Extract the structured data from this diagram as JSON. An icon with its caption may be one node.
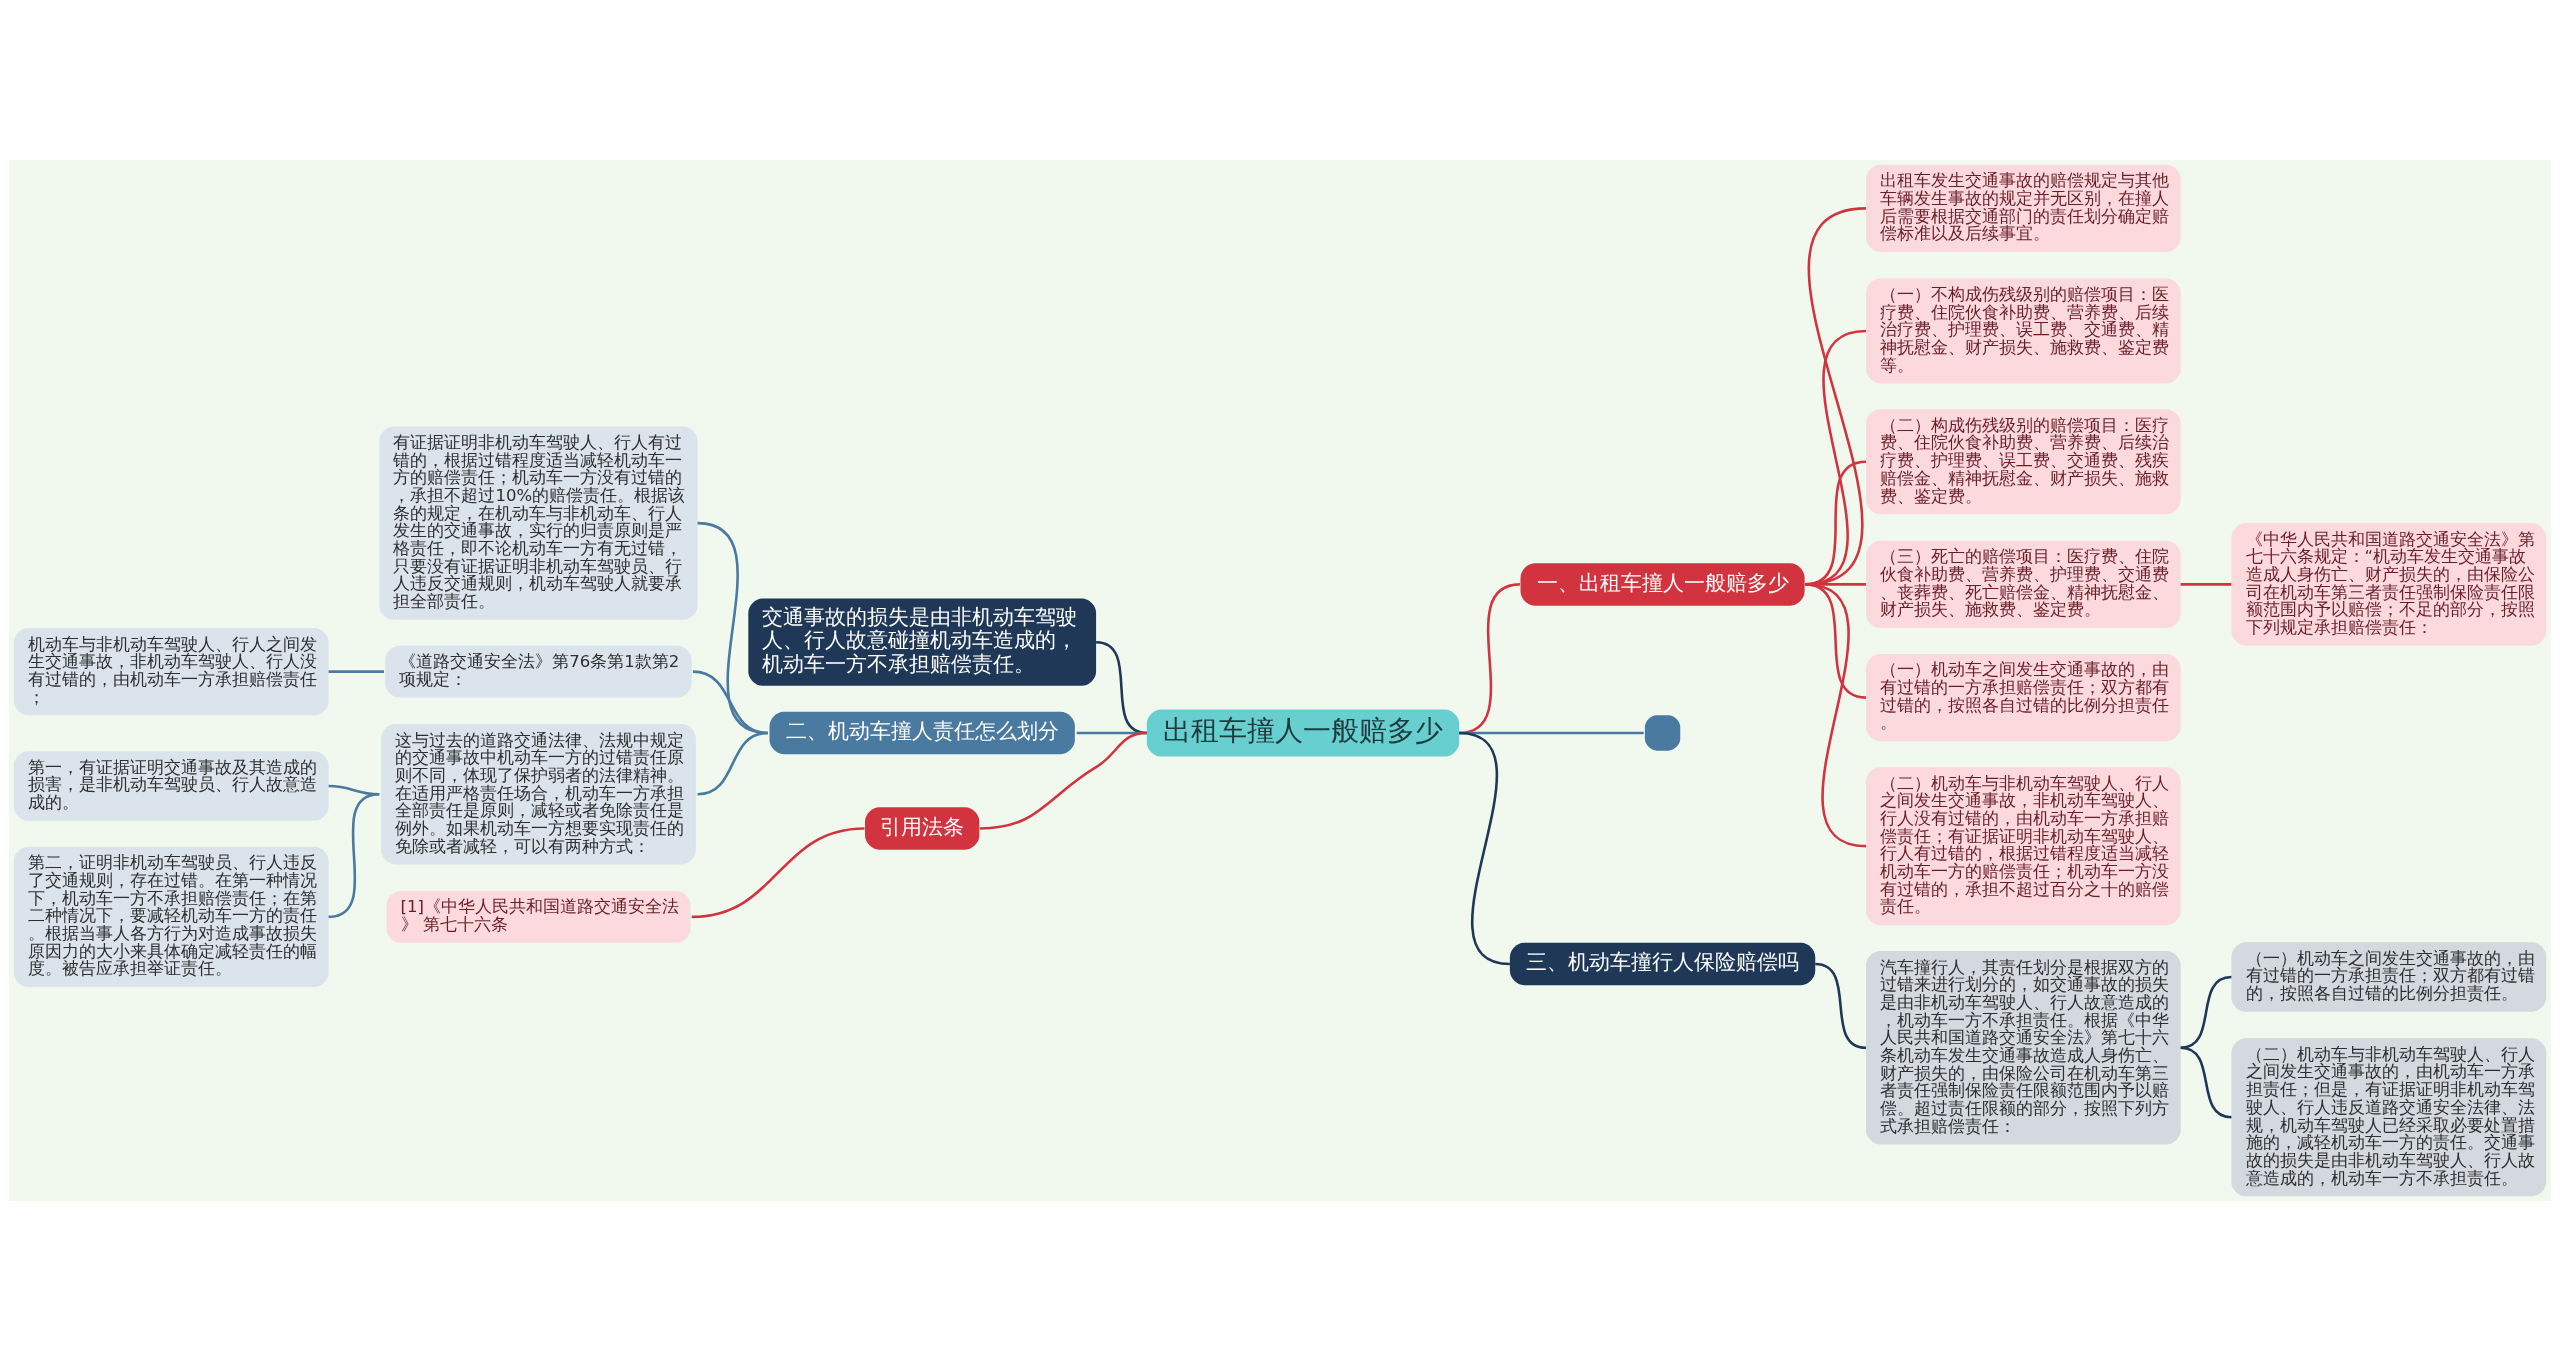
{
  "diagram": {
    "nodes": [
      {
        "text": [
          "出租车撞人一般赔多少"
        ]
      },
      {
        "text": [
          "一、出租车撞人一般赔多少"
        ]
      },
      {
        "text": [
          "出租车发生交通事故的赔偿规定与其他车辆发生事故的规定并无区别，在撞人后需要根据交通部门的责任划分确定赔偿标准以及后续事宜。"
        ]
      },
      {
        "text": [
          "（一）不构成伤残级别的赔偿项目：医疗费、住院伙食补助费、营养费、后续治疗费、护理费、误工费、交通费、精神抚慰金、财产损失、施救费、鉴定费等。"
        ]
      },
      {
        "text": [
          "（二）构成伤残级别的赔偿项目：医疗费、住院伙食补助费、营养费、后续治疗费、护理费、误工费、交通费、残疾赔偿金、精神抚慰金、财产损失、施救费、鉴定费。"
        ]
      },
      {
        "text": [
          "（三）死亡的赔偿项目：医疗费、住院伙食补助费、营养费、护理费、交通费、丧葬费、死亡赔偿金、精神抚慰金、财产损失、施救费、鉴定费。"
        ]
      },
      {
        "text": [
          "《中华人民共和国道路交通安全法》第七十六条规定：“机动车发生交通事故造成人身伤亡、财产损失的，由保险公司在机动车第三者责任强制保险责任限额范围内予以赔偿；不足的部分，按照下列规定承担赔偿责任："
        ]
      },
      {
        "text": [
          "（一）机动车之间发生交通事故的，由有过错的一方承担赔偿责任；双方都有过错的，按照各自过错的比例分担责任。"
        ]
      },
      {
        "text": [
          "（二）机动车与非机动车驾驶人、行人之间发生交通事故，非机动车驾驶人、行人没有过错的，由机动车一方承担赔偿责任；有证据证明非机动车驾驶人、行人有过错的，根据过错程度适当减轻机动车一方的赔偿责任；机动车一方没有过错的，承担不超过百分之十的赔偿责任。"
        ]
      },
      {
        "text": [],
        "shape": "box"
      },
      {
        "text": [
          "三、机动车撞行人保险赔偿吗"
        ]
      },
      {
        "text": [
          "汽车撞行人，其责任划分是根据双方的过错来进行划分的，如交通事故的损失是由非机动车驾驶人、行人故意造成的，机动车一方不承担责任。根据《中华人民共和国道路交通安全法》第七十六条机动车发生交通事故造成人身伤亡、财产损失的，由保险公司在机动车第三者责任强制保险责任限额范围内予以赔偿。超过责任限额的部分，按照下列方式承担赔偿责任："
        ]
      },
      {
        "text": [
          "（一）机动车之间发生交通事故的，由有过错的一方承担责任；双方都有过错的，按照各自过错的比例分担责任。"
        ]
      },
      {
        "text": [
          "（二）机动车与非机动车驾驶人、行人之间发生交通事故的，由机动车一方承担责任；但是，有证据证明非机动车驾驶人、行人违反道路交通安全法律、法规，机动车驾驶人已经采取必要处置措施的，减轻机动车一方的责任。交通事故的损失是由非机动车驾驶人、行人故意造成的，机动车一方不承担责任。"
        ]
      },
      {
        "text": [
          "交通事故的损失是由非机动车驾驶人、行人故意碰撞机动车造成的，机动车一方不承担赔偿责任。"
        ]
      },
      {
        "text": [
          "二、机动车撞人责任怎么划分"
        ]
      },
      {
        "text": [
          "有证据证明非机动车驾驶人、行人有过错的，根据过错程度适当减轻机动车一方的赔偿责任；机动车一方没有过错的，承担不超过10%的赔偿责任。根据该条的规定，在机动车与非机动车、行人发生的交通事故，实行的归责原则是严格责任，即不论机动车一方有无过错，只要没有证据证明非机动车驾驶员、行人违反交通规则，机动车驾驶人就要承担全部责任。"
        ]
      },
      {
        "text": [
          "《道路交通安全法》第76条第1款第2项规定："
        ]
      },
      {
        "text": [
          "机动车与非机动车驾驶人、行人之间发生交通事故，非机动车驾驶人、行人没有过错的，由机动车一方承担赔偿责任；"
        ]
      },
      {
        "text": [
          "这与过去的道路交通法律、法规中规定的交通事故中机动车一方的过错责任原则不同，体现了保护弱者的法律精神。在适用严格责任场合，机动车一方承担全部责任是原则，减轻或者免除责任是例外。如果机动车一方想要实现责任的免除或者减轻，可以有两种方式："
        ]
      },
      {
        "text": [
          "第一，有证据证明交通事故及其造成的损害，是非机动车驾驶员、行人故意造成的。"
        ]
      },
      {
        "text": [
          "第二，证明非机动车驾驶员、行人违反了交通规则，存在过错。在第一种情况下，机动车一方不承担赔偿责任；在第二种情况下，要减轻机动车一方的责任。根据当事人各方行为对造成事故损失原因力的大小来具体确定减轻责任的幅度。被告应承担举证责任。"
        ]
      },
      {
        "text": [
          "引用法条"
        ]
      },
      {
        "text": [
          "[1]《中华人民共和国道路交通安全法》 第七十六条"
        ]
      }
    ],
    "edges": [
      {
        "from": 0,
        "to": 1,
        "arrow": "none"
      },
      {
        "from": 1,
        "to": 2,
        "arrow": "none"
      },
      {
        "from": 1,
        "to": 3,
        "arrow": "none"
      },
      {
        "from": 1,
        "to": 4,
        "arrow": "none"
      },
      {
        "from": 1,
        "to": 5,
        "arrow": "none"
      },
      {
        "from": 5,
        "to": 6,
        "arrow": "none"
      },
      {
        "from": 1,
        "to": 7,
        "arrow": "none"
      },
      {
        "from": 1,
        "to": 8,
        "arrow": "none"
      },
      {
        "from": 0,
        "to": 9,
        "arrow": "none",
        "color": "#4a7aa0"
      },
      {
        "from": 0,
        "to": 10,
        "arrow": "none",
        "color": "#1f3858"
      },
      {
        "from": 10,
        "to": 11,
        "arrow": "none",
        "color": "#1f3858"
      },
      {
        "from": 11,
        "to": 12,
        "arrow": "none",
        "color": "#1f3858"
      },
      {
        "from": 11,
        "to": 13,
        "arrow": "none",
        "color": "#1f3858"
      },
      {
        "from": 0,
        "to": 14,
        "arrow": "none",
        "color": "#1f3858"
      },
      {
        "from": 0,
        "to": 15,
        "arrow": "none",
        "color": "#4a7aa0"
      },
      {
        "from": 15,
        "to": 16,
        "arrow": "none",
        "color": "#4a7aa0"
      },
      {
        "from": 15,
        "to": 17,
        "arrow": "none",
        "color": "#4a7aa0"
      },
      {
        "from": 17,
        "to": 18,
        "arrow": "none",
        "color": "#4a7aa0"
      },
      {
        "from": 15,
        "to": 19,
        "arrow": "none",
        "color": "#4a7aa0"
      },
      {
        "from": 19,
        "to": 20,
        "arrow": "none",
        "color": "#4a7aa0"
      },
      {
        "from": 19,
        "to": 21,
        "arrow": "none",
        "color": "#4a7aa0"
      },
      {
        "from": 0,
        "to": 22,
        "arrow": "none"
      },
      {
        "from": 22,
        "to": 23,
        "arrow": "none"
      }
    ]
  }
}
